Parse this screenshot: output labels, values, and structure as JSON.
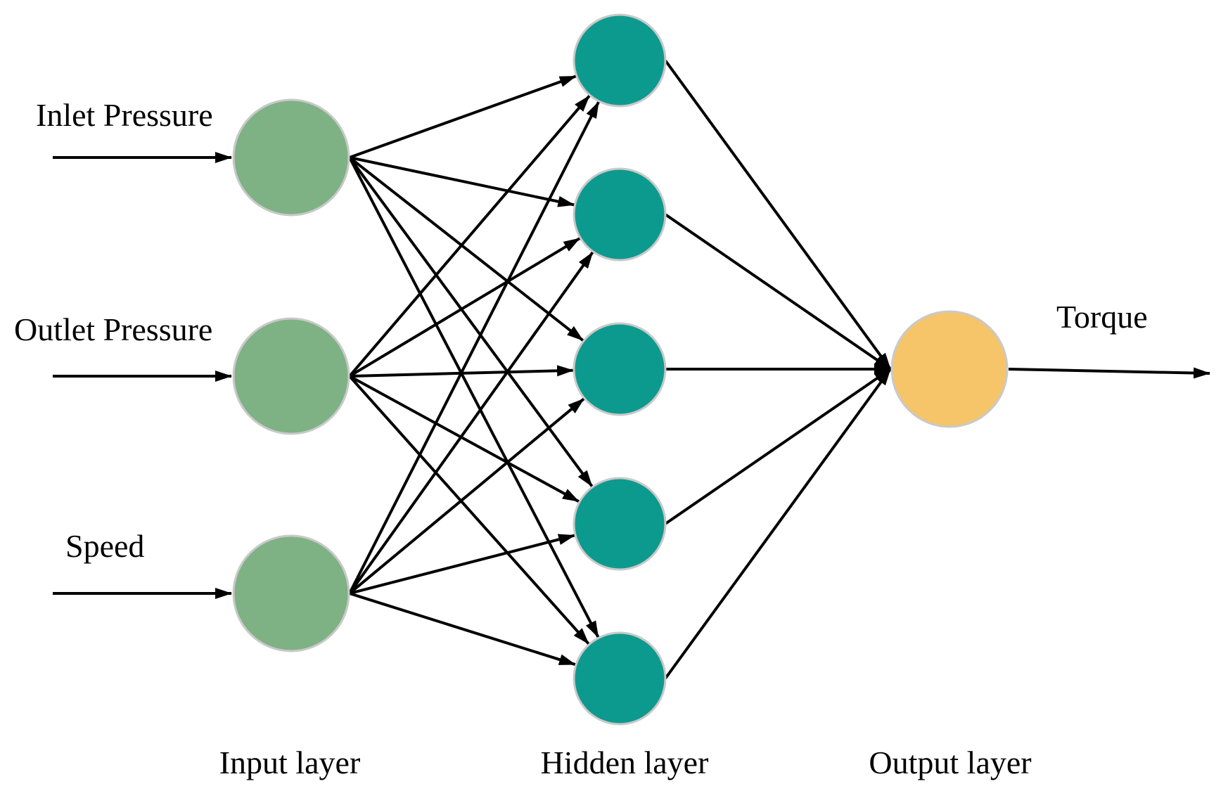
{
  "diagram": {
    "title": "artificial neural network architecture",
    "input_labels": [
      "Inlet Pressure",
      "Outlet Pressure",
      "Speed"
    ],
    "output_label": "Torque",
    "layer_captions": [
      "Input layer",
      "Hidden layer",
      "Output layer"
    ],
    "structure": {
      "input_nodes": 3,
      "hidden_nodes": 5,
      "output_nodes": 1,
      "connectivity": "fully-connected",
      "edges_input_to_hidden": 15,
      "edges_hidden_to_output": 5
    },
    "colors": {
      "input_node": "#7EB284",
      "hidden_node": "#0D9A8E",
      "output_node": "#F6C569",
      "node_border": "#C9C9C9",
      "edge": "#000000",
      "text": "#000000",
      "background": "#ffffff"
    }
  }
}
